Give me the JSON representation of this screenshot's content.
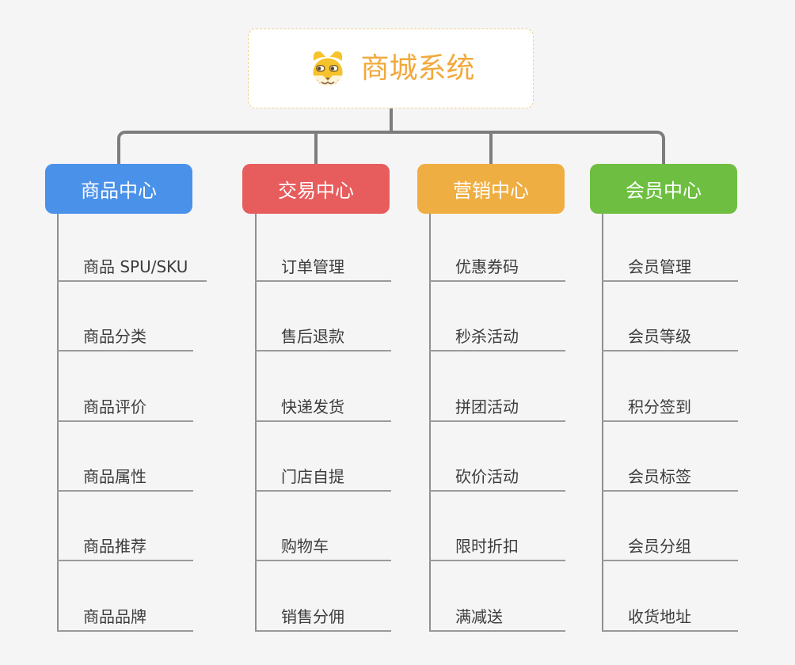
{
  "root": {
    "label": "商城系统",
    "icon": "dog-icon"
  },
  "branches": [
    {
      "label": "商品中心",
      "color": "#4a91ea",
      "children": [
        "商品 SPU/SKU",
        "商品分类",
        "商品评价",
        "商品属性",
        "商品推荐",
        "商品品牌"
      ]
    },
    {
      "label": "交易中心",
      "color": "#e75d5d",
      "children": [
        "订单管理",
        "售后退款",
        "快递发货",
        "门店自提",
        "购物车",
        "销售分佣"
      ]
    },
    {
      "label": "营销中心",
      "color": "#efae41",
      "children": [
        "优惠券码",
        "秒杀活动",
        "拼团活动",
        "砍价活动",
        "限时折扣",
        "满减送"
      ]
    },
    {
      "label": "会员中心",
      "color": "#6ebf41",
      "children": [
        "会员管理",
        "会员等级",
        "积分签到",
        "会员标签",
        "会员分组",
        "收货地址"
      ]
    }
  ],
  "colors": {
    "background": "#f5f5f5",
    "connector": "#7d7d7d",
    "leaf_line": "#9a9a9a",
    "leaf_text": "#3c3c3c",
    "branch_text": "#ffffff",
    "root_text": "#f2a93c",
    "root_border": "#f3cd8e"
  }
}
